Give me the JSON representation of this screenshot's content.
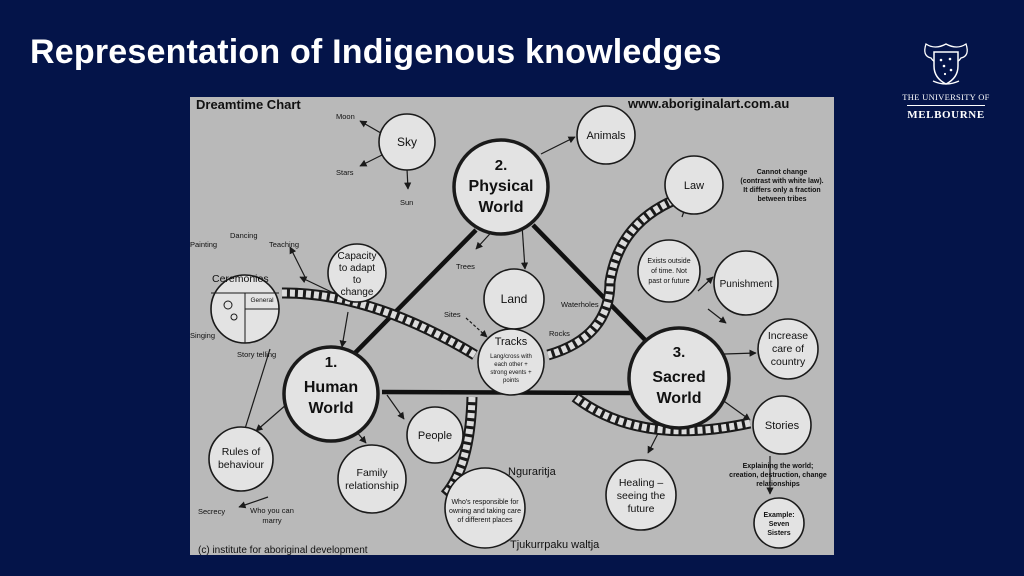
{
  "slide": {
    "title": "Representation of Indigenous knowledges"
  },
  "logo": {
    "line1": "THE UNIVERSITY OF",
    "line2": "MELBOURNE"
  },
  "chart": {
    "header_left": "Dreamtime Chart",
    "header_right": "www.aboriginalart.com.au",
    "footer": "(c) institute for aboriginal development",
    "worlds": {
      "physical": [
        "2.",
        "Physical",
        "World"
      ],
      "human": [
        "1.",
        "Human",
        "World"
      ],
      "sacred": [
        "3.",
        "Sacred",
        "World"
      ]
    },
    "nodes": {
      "sky": "Sky",
      "animals": "Animals",
      "law": "Law",
      "land": "Land",
      "tracks": "Tracks",
      "tracks_note": [
        "Lang/cross with",
        "each other +",
        "strong events +",
        "points"
      ],
      "ceremonies": "Ceremonies",
      "general": "General",
      "capacity": [
        "Capacity",
        "to adapt",
        "to",
        "change"
      ],
      "exists": [
        "Exists outside",
        "of time. Not",
        "past or future"
      ],
      "punishment": "Punishment",
      "increase": [
        "Increase",
        "care of",
        "country"
      ],
      "stories": "Stories",
      "rules": [
        "Rules of",
        "behaviour"
      ],
      "family": [
        "Family",
        "relationship"
      ],
      "people": "People",
      "healing": [
        "Healing –",
        "seeing the",
        "future"
      ],
      "responsible": [
        "Who's responsible for",
        "owning and taking care",
        "of different places"
      ],
      "example": [
        "Example:",
        "Seven",
        "Sisters"
      ]
    },
    "labels": {
      "moon": "Moon",
      "stars": "Stars",
      "sun": "Sun",
      "trees": "Trees",
      "waterholes": "Waterholes",
      "sites": "Sites",
      "rocks": "Rocks",
      "dancing": "Dancing",
      "painting": "Painting",
      "teaching": "Teaching",
      "singing": "Singing",
      "story_telling": "Story telling",
      "secrecy": "Secrecy",
      "who_you_can_marry": [
        "Who you can",
        "marry"
      ],
      "nguraritja": "Nguraritja",
      "tjukurrpaku": "Tjukurrpaku waltja"
    },
    "notes": {
      "law_note": [
        "Cannot change",
        "(contrast with white law).",
        "It differs only a fraction",
        "between tribes"
      ],
      "stories_note": [
        "Explaining the world;",
        "creation, destruction, change",
        "relationships"
      ]
    }
  }
}
